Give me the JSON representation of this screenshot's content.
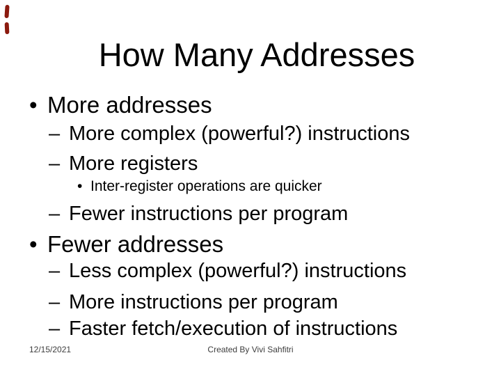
{
  "slide": {
    "title": "How Many Addresses",
    "decoration": {
      "name": "pen-marks",
      "color": "#8b1a0e"
    },
    "bullets": [
      {
        "level": 1,
        "marker": "•",
        "text": "More addresses"
      },
      {
        "level": 2,
        "marker": "–",
        "text": "More complex (powerful?) instructions"
      },
      {
        "level": 2,
        "marker": "–",
        "text": "More registers"
      },
      {
        "level": 3,
        "marker": "•",
        "text": "Inter-register operations are quicker"
      },
      {
        "level": 2,
        "marker": "–",
        "text": "Fewer instructions per program"
      },
      {
        "level": 1,
        "marker": "•",
        "text": "Fewer addresses"
      },
      {
        "level": 2,
        "marker": "–",
        "text": "Less complex (powerful?) instructions"
      },
      {
        "level": 2,
        "marker": "–",
        "text": "More instructions per program"
      },
      {
        "level": 2,
        "marker": "–",
        "text": "Faster fetch/execution of instructions"
      }
    ],
    "footer": {
      "date": "12/15/2021",
      "credit": "Created By Vivi Sahfitri"
    },
    "text_color": "#000000",
    "background_color": "#ffffff"
  }
}
